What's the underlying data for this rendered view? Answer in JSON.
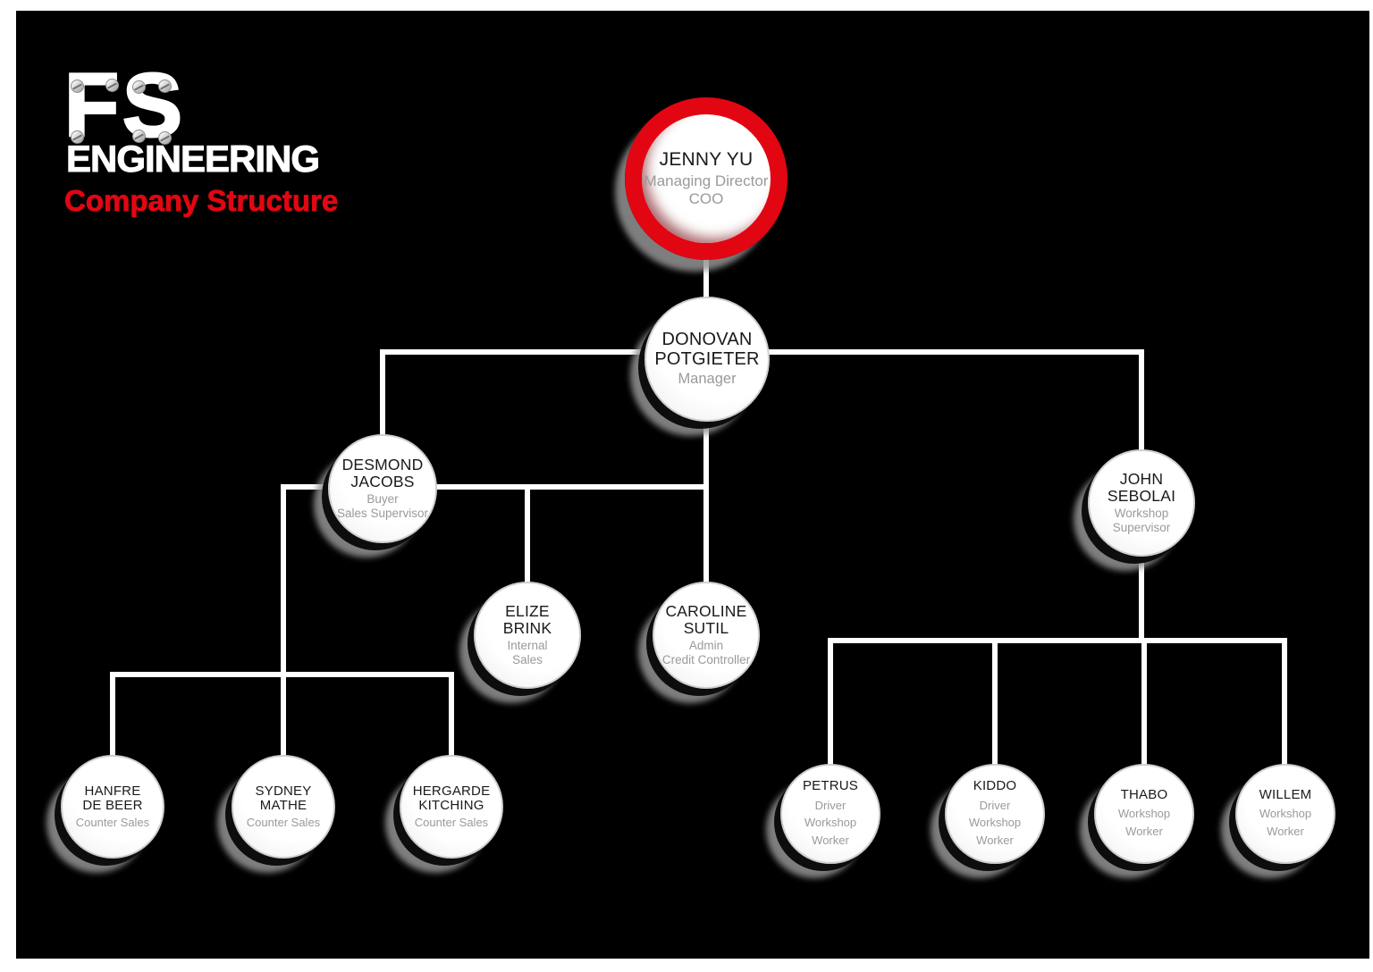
{
  "logo": {
    "brand_line1": "FS",
    "brand_line2": "ENGINEERING",
    "subtitle": "Company Structure"
  },
  "colors": {
    "page_frame": "#ffffff",
    "canvas_background": "#000000",
    "accent_red": "#e20613",
    "connector": "#ffffff",
    "node_fill": "#ffffff",
    "node_name_text": "#1a1a1a",
    "node_role_text": "#9a9a9a",
    "node_shadow_black": "#0d0d0d",
    "node_shadow_grey": "#949494"
  },
  "org": {
    "nodes": [
      {
        "id": "jenny-yu",
        "name_lines": [
          "JENNY YU"
        ],
        "role_lines": [
          "Managing Director",
          "COO"
        ],
        "highlight": true,
        "reports_to": null
      },
      {
        "id": "donovan-potgieter",
        "name_lines": [
          "DONOVAN",
          "POTGIETER"
        ],
        "role_lines": [
          "Manager"
        ],
        "highlight": false,
        "reports_to": "jenny-yu"
      },
      {
        "id": "desmond-jacobs",
        "name_lines": [
          "DESMOND",
          "JACOBS"
        ],
        "role_lines": [
          "Buyer",
          "Sales Supervisor"
        ],
        "highlight": false,
        "reports_to": "donovan-potgieter"
      },
      {
        "id": "john-sebolai",
        "name_lines": [
          "JOHN",
          "SEBOLAI"
        ],
        "role_lines": [
          "Workshop",
          "Supervisor"
        ],
        "highlight": false,
        "reports_to": "donovan-potgieter"
      },
      {
        "id": "elize-brink",
        "name_lines": [
          "ELIZE",
          "BRINK"
        ],
        "role_lines": [
          "Internal",
          "Sales"
        ],
        "highlight": false,
        "reports_to": "donovan-potgieter"
      },
      {
        "id": "caroline-sutil",
        "name_lines": [
          "CAROLINE",
          "SUTIL"
        ],
        "role_lines": [
          "Admin",
          "Credit Controller"
        ],
        "highlight": false,
        "reports_to": "donovan-potgieter"
      },
      {
        "id": "hanfre-de-beer",
        "name_lines": [
          "HANFRE",
          "DE BEER"
        ],
        "role_lines": [
          "Counter Sales"
        ],
        "highlight": false,
        "reports_to": "desmond-jacobs"
      },
      {
        "id": "sydney-mathe",
        "name_lines": [
          "SYDNEY",
          "MATHE"
        ],
        "role_lines": [
          "Counter Sales"
        ],
        "highlight": false,
        "reports_to": "desmond-jacobs"
      },
      {
        "id": "hergarde-kitching",
        "name_lines": [
          "HERGARDE",
          "KITCHING"
        ],
        "role_lines": [
          "Counter Sales"
        ],
        "highlight": false,
        "reports_to": "desmond-jacobs"
      },
      {
        "id": "petrus",
        "name_lines": [
          "PETRUS"
        ],
        "role_lines": [
          "Driver",
          "Workshop",
          "Worker"
        ],
        "highlight": false,
        "reports_to": "john-sebolai"
      },
      {
        "id": "kiddo",
        "name_lines": [
          "KIDDO"
        ],
        "role_lines": [
          "Driver",
          "Workshop",
          "Worker"
        ],
        "highlight": false,
        "reports_to": "john-sebolai"
      },
      {
        "id": "thabo",
        "name_lines": [
          "THABO"
        ],
        "role_lines": [
          "Workshop",
          "Worker"
        ],
        "highlight": false,
        "reports_to": "john-sebolai"
      },
      {
        "id": "willem",
        "name_lines": [
          "WILLEM"
        ],
        "role_lines": [
          "Workshop",
          "Worker"
        ],
        "highlight": false,
        "reports_to": "john-sebolai"
      }
    ]
  }
}
